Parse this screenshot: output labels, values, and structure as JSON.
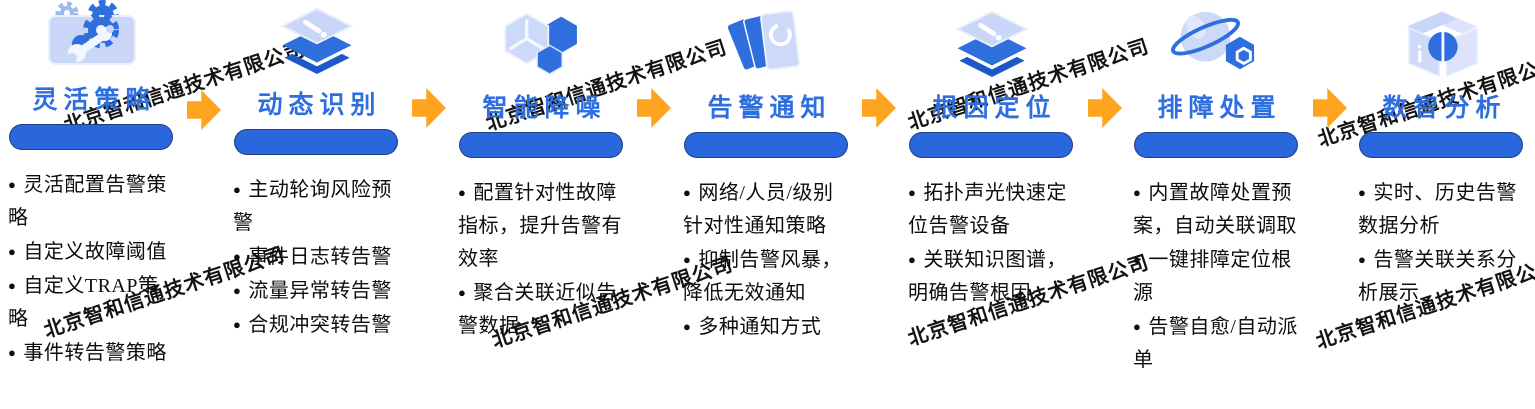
{
  "watermark": {
    "text": "北京智和信通技术有限公司"
  },
  "bullet_glyph": "●",
  "colors": {
    "title_blue": "#2E6FE0",
    "pill_blue": "#2A67DC",
    "arrow_orange": "#FFA41E",
    "icon_blue": "#2E6FDD",
    "icon_light": "#CDD9F8",
    "text_black": "#0D0D0D"
  },
  "stages": [
    {
      "title": "灵活策略",
      "icon": "gears-wrench-icon",
      "bullets": [
        "灵活配置告警策略",
        "自定义故障阈值",
        "自定义TRAP策略",
        "事件转告警策略"
      ]
    },
    {
      "title": "动态识别",
      "icon": "layered-pages-pen-icon",
      "bullets": [
        "主动轮询风险预警",
        "事件日志转告警",
        "流量异常转告警",
        "合规冲突转告警"
      ]
    },
    {
      "title": "智能降噪",
      "icon": "hexagon-cluster-icon",
      "bullets": [
        "配置针对性故障指标，提升告警有效率",
        "聚合关联近似告警数据"
      ]
    },
    {
      "title": "告警通知",
      "icon": "notification-cards-icon",
      "bullets": [
        "网络/人员/级别针对性通知策略",
        "抑制告警风暴，降低无效通知",
        "多种通知方式"
      ]
    },
    {
      "title": "根因定位",
      "icon": "layered-pages-pen-icon",
      "bullets": [
        "拓扑声光快速定位告警设备",
        "关联知识图谱，明确告警根因"
      ]
    },
    {
      "title": "排障处置",
      "icon": "globe-maintenance-icon",
      "bullets": [
        "内置故障处置预案，自动关联调取",
        "一键排障定位根源",
        "告警自愈/自动派单"
      ]
    },
    {
      "title": "数智分析",
      "icon": "data-box-icon",
      "bullets": [
        "实时、历史告警数据分析",
        "告警关联关系分析展示"
      ]
    }
  ]
}
